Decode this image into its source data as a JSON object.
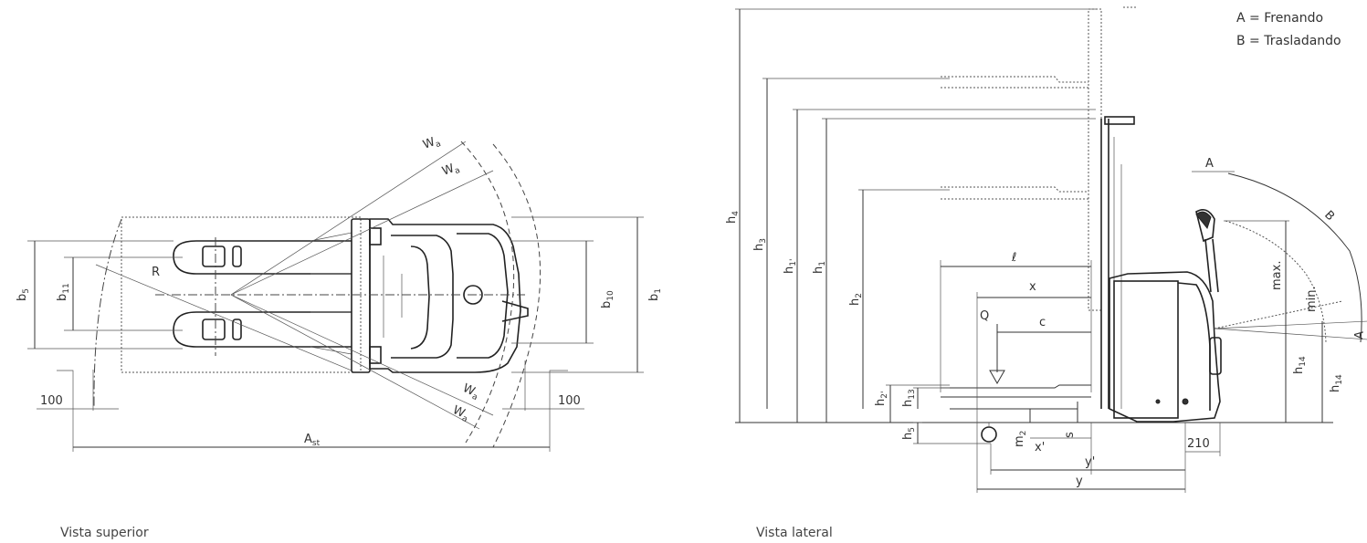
{
  "views": {
    "top": {
      "caption": "Vista superior",
      "labels": {
        "b5": "b",
        "b5_sub": "5",
        "b11": "b",
        "b11_sub": "11",
        "b10": "b",
        "b10_sub": "10",
        "b1": "b",
        "b1_sub": "1",
        "R": "R",
        "wa1": "W",
        "wa1_sub": "a",
        "wa2": "W",
        "wa2_sub": "a",
        "wa3": "W",
        "wa3_sub": "a",
        "wa4": "W",
        "wa4_sub": "a",
        "dim_left": "100",
        "dim_right": "100",
        "ast": "A",
        "ast_sub": "st"
      }
    },
    "side": {
      "caption": "Vista lateral",
      "labels": {
        "h4": "h",
        "h4_sub": "4",
        "h3": "h",
        "h3_sub": "3",
        "h1p": "h",
        "h1p_sub": "1'",
        "h1": "h",
        "h1_sub": "1",
        "h2": "h",
        "h2_sub": "2",
        "h2p": "h",
        "h2p_sub": "2'",
        "h13": "h",
        "h13_sub": "13",
        "h5": "h",
        "h5_sub": "5",
        "m2": "m",
        "m2_sub": "2",
        "l": "ℓ",
        "x": "x",
        "c": "c",
        "Q": "Q",
        "s": "s",
        "xp": "x'",
        "yp": "y'",
        "y": "y",
        "dim_210": "210",
        "h14a": "h",
        "h14a_sub": "14",
        "h14b": "h",
        "h14b_sub": "14",
        "max": "max.",
        "min": "min.",
        "A_top": "A",
        "A_right": "A",
        "B": "B"
      }
    }
  },
  "legend": {
    "line1": "A = Frenando",
    "line2": "B = Trasladando"
  }
}
